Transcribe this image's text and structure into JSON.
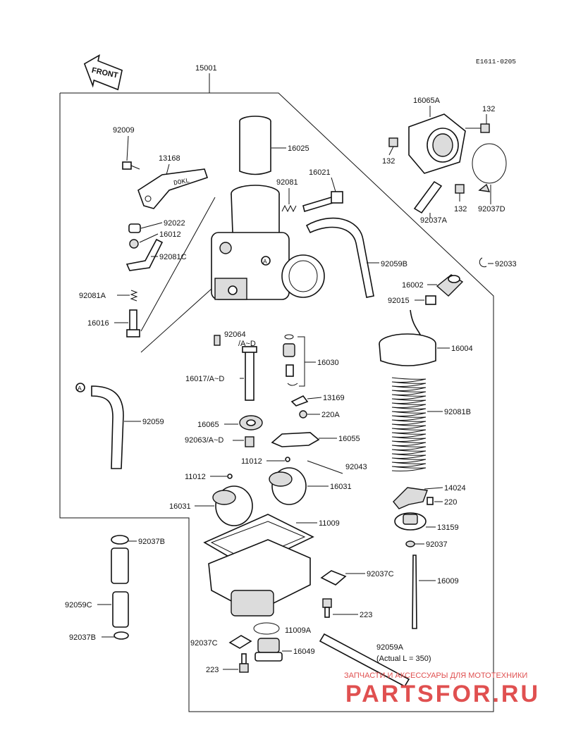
{
  "ref_code": "E1611-0205",
  "front_label": "FRONT",
  "assembly_label": "15001",
  "marker_a": "A",
  "labels": {
    "p92009": "92009",
    "p13168": "13168",
    "p16025": "16025",
    "p16021": "16021",
    "p92081": "92081",
    "p92022": "92022",
    "p16012": "16012",
    "p92081C": "92081C",
    "p92081A": "92081A",
    "p16016": "16016",
    "p92059B": "92059B",
    "p16065A": "16065A",
    "p132a": "132",
    "p132b": "132",
    "p132c": "132",
    "p92037A": "92037A",
    "p92037D": "92037D",
    "p92033": "92033",
    "p16002": "16002",
    "p92015": "92015",
    "p16004": "16004",
    "p92064": "92064",
    "pAD1": "/A~D",
    "p16030": "16030",
    "p16017": "16017/A~D",
    "p13169": "13169",
    "p220A": "220A",
    "p92059": "92059",
    "p92081B": "92081B",
    "p16065": "16065",
    "p92063": "92063/A~D",
    "p16055": "16055",
    "p11012a": "11012",
    "p92043": "92043",
    "p11012b": "11012",
    "p16031a": "16031",
    "p16031b": "16031",
    "p14024": "14024",
    "p220": "220",
    "p11009": "11009",
    "p13159": "13159",
    "p92037B1": "92037B",
    "p92037": "92037",
    "p92037C1": "92037C",
    "p16009": "16009",
    "p92059C": "92059C",
    "p223a": "223",
    "p11009A": "11009A",
    "p92037B2": "92037B",
    "p92037C2": "92037C",
    "p16049": "16049",
    "p92059A": "92059A",
    "pActual": "(Actual L = 350)",
    "p223b": "223"
  },
  "watermark": {
    "tagline": "ЗАПЧАСТИ И АКСЕССУАРЫ ДЛЯ МОТОТЕХНИКИ",
    "brand": "PARTSFOR.RU",
    "color": "#e05050"
  }
}
